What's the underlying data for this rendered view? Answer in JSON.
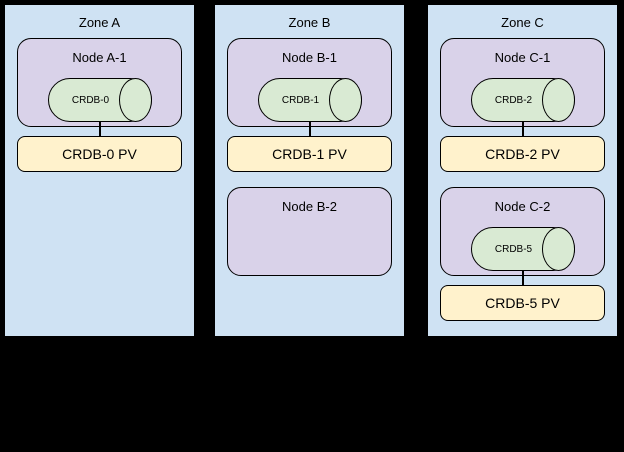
{
  "diagram": {
    "colors": {
      "background": "#000000",
      "zone_fill": "#cfe2f3",
      "node_fill": "#d9d2e9",
      "database_fill": "#d9ead3",
      "pv_fill": "#fff2cc",
      "border": "#000000",
      "text": "#000000"
    },
    "zones": [
      {
        "label": "Zone A",
        "groups": [
          {
            "node_label": "Node A-1",
            "db_label": "CRDB-0",
            "pv_label": "CRDB-0 PV"
          }
        ]
      },
      {
        "label": "Zone B",
        "groups": [
          {
            "node_label": "Node B-1",
            "db_label": "CRDB-1",
            "pv_label": "CRDB-1 PV"
          },
          {
            "node_label": "Node B-2"
          }
        ]
      },
      {
        "label": "Zone C",
        "groups": [
          {
            "node_label": "Node C-1",
            "db_label": "CRDB-2",
            "pv_label": "CRDB-2 PV"
          },
          {
            "node_label": "Node C-2",
            "db_label": "CRDB-5",
            "pv_label": "CRDB-5 PV"
          }
        ]
      }
    ]
  }
}
